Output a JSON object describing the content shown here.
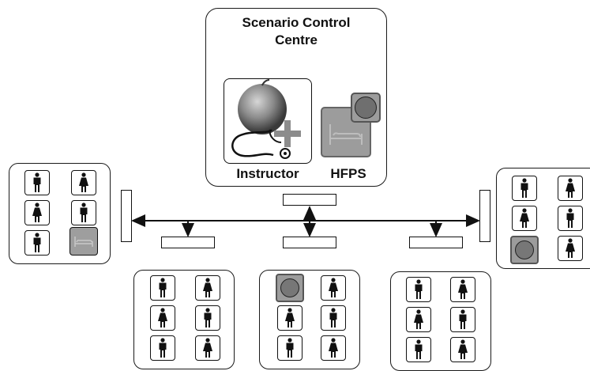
{
  "control_centre": {
    "title_line1": "Scenario Control",
    "title_line2": "Centre",
    "instructor_label": "Instructor",
    "hfps_label": "HFPS"
  },
  "icons": {
    "male": "male-person-icon",
    "female": "female-person-icon",
    "bed": "bed-icon",
    "simulator": "simulator-icon",
    "instructor": "apple-stethoscope-icon"
  },
  "colors": {
    "outline": "#1a1a1a",
    "bed_fill": "#9e9e9e",
    "simulator_fill": "#777777"
  }
}
